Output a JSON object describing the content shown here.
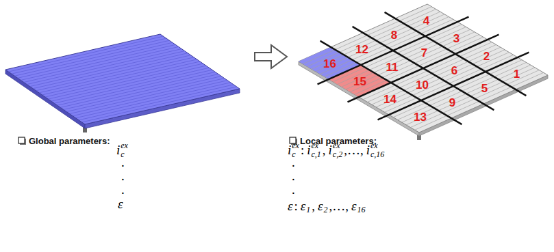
{
  "diagram": {
    "labels": [
      "4",
      "8",
      "3",
      "12",
      "7",
      "2",
      "16",
      "11",
      "6",
      "1",
      "15",
      "10",
      "5",
      "14",
      "9",
      "13",
      "Global parameters:",
      "i",
      "c",
      "ex",
      ".",
      ".",
      ".",
      "ε",
      "Local parameters:",
      "i",
      "c",
      "ex",
      ":",
      "i",
      "c,1",
      "ex",
      ",",
      "i",
      "c,2",
      "ex",
      ",…,",
      "i",
      "c,16",
      "ex",
      ".",
      ".",
      ".",
      "ε",
      ":",
      "ε",
      "1",
      ",",
      "ε",
      "2",
      ",…,",
      "ε",
      "16"
    ]
  }
}
